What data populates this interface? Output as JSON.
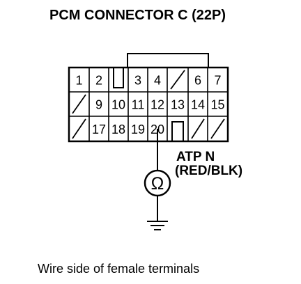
{
  "title": "PCM CONNECTOR C (22P)",
  "terminal_label": "ATP N",
  "wire_color": "(RED/BLK)",
  "meter_symbol": "Ω",
  "footer": "Wire side of female terminals",
  "rows": [
    [
      {
        "label": "1"
      },
      {
        "label": "2"
      },
      {
        "notch": true
      },
      {
        "label": "3"
      },
      {
        "label": "4"
      },
      {
        "empty": true
      },
      {
        "label": "6"
      },
      {
        "label": "7"
      }
    ],
    [
      {
        "empty": true
      },
      {
        "label": "9"
      },
      {
        "label": "10"
      },
      {
        "label": "11"
      },
      {
        "label": "12"
      },
      {
        "label": "13"
      },
      {
        "label": "14"
      },
      {
        "label": "15"
      }
    ],
    [
      {
        "empty": true
      },
      {
        "label": "17"
      },
      {
        "label": "18"
      },
      {
        "label": "19"
      },
      {
        "label": "20"
      },
      {
        "notch": true
      },
      {
        "empty": true
      },
      {
        "empty": true
      }
    ]
  ]
}
